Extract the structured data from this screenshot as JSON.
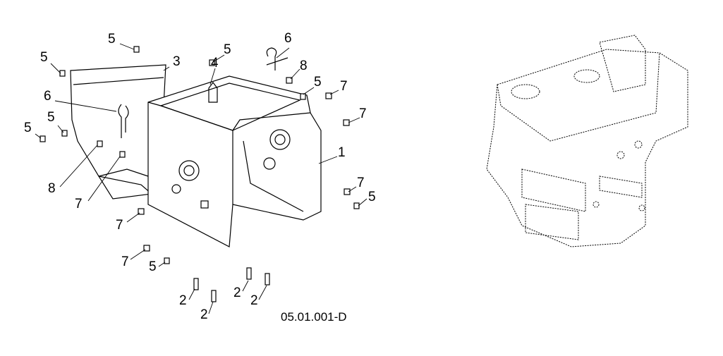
{
  "diagram": {
    "caption": "05.01.001-D",
    "callouts": [
      "5",
      "5",
      "3",
      "6",
      "5",
      "5",
      "8",
      "7",
      "5",
      "4",
      "6",
      "8",
      "5",
      "7",
      "7",
      "1",
      "7",
      "5",
      "7",
      "7",
      "5",
      "2",
      "2",
      "2",
      "2"
    ]
  }
}
